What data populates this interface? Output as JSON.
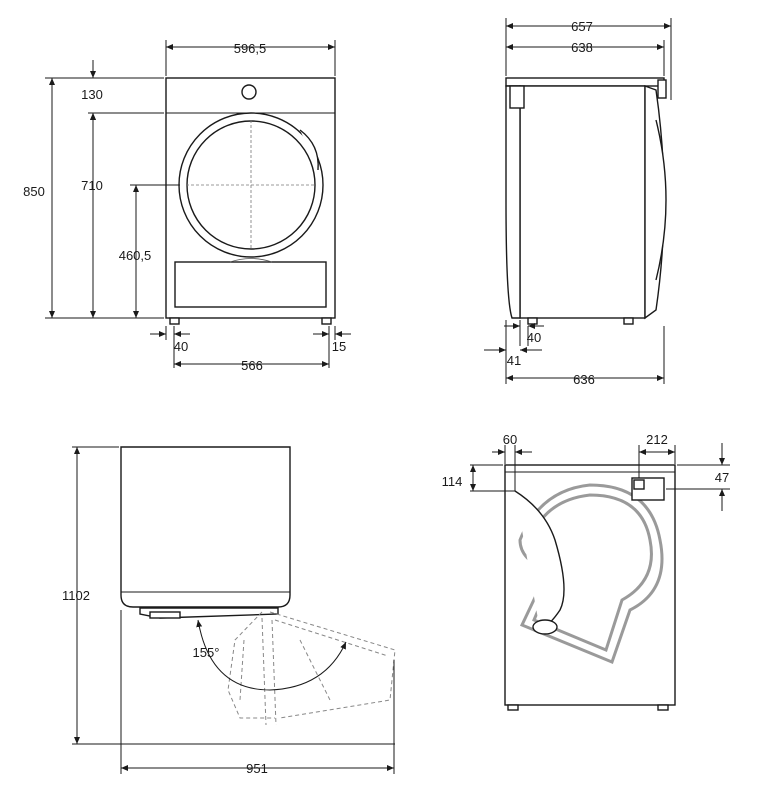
{
  "front_view": {
    "width_total": "596,5",
    "height_total": "850",
    "top_panel": "130",
    "door_top_height": "710",
    "door_center_height": "460,5",
    "foot_offset_left": "40",
    "foot_offset_right": "15",
    "foot_span": "566"
  },
  "side_view": {
    "depth_total": "657",
    "depth_body": "638",
    "foot_offset": "40",
    "rear_offset": "41",
    "depth_base": "636"
  },
  "top_view": {
    "height_door_open": "1102",
    "door_angle": "155°",
    "width_door_open": "951"
  },
  "rear_view": {
    "hose_offset_x": "60",
    "hose_offset_y": "114",
    "outlet_offset_x": "212",
    "outlet_offset_y": "47"
  },
  "colors": {
    "line": "#1a1a1a",
    "hidden": "#888888"
  }
}
